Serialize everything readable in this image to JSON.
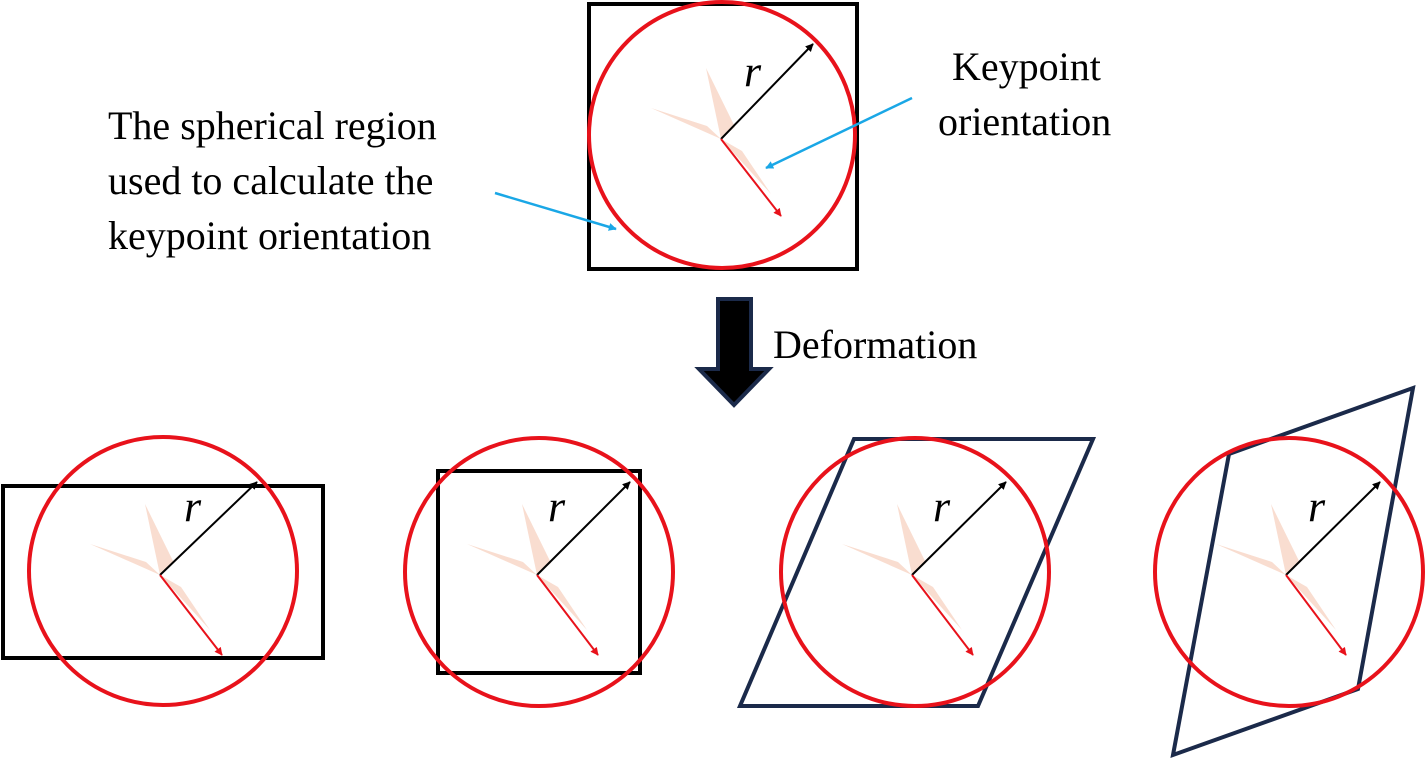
{
  "labels": {
    "region_line1": "The spherical region",
    "region_line2": "used to calculate the",
    "region_line3": "keypoint orientation",
    "orientation_line1": "Keypoint",
    "orientation_line2": "orientation",
    "deformation": "Deformation",
    "radius": "r"
  },
  "colors": {
    "circle": "#e8121b",
    "radius_arrow": "#000000",
    "orientation_arrow": "#e8121b",
    "pointer_arrow": "#1aa7e6",
    "frame_black": "#000000",
    "frame_navy": "#1b2a4a",
    "deform_arrow_fill": "#000000",
    "deform_arrow_stroke": "#1b2a4a",
    "fan": "#f9ddd0"
  }
}
